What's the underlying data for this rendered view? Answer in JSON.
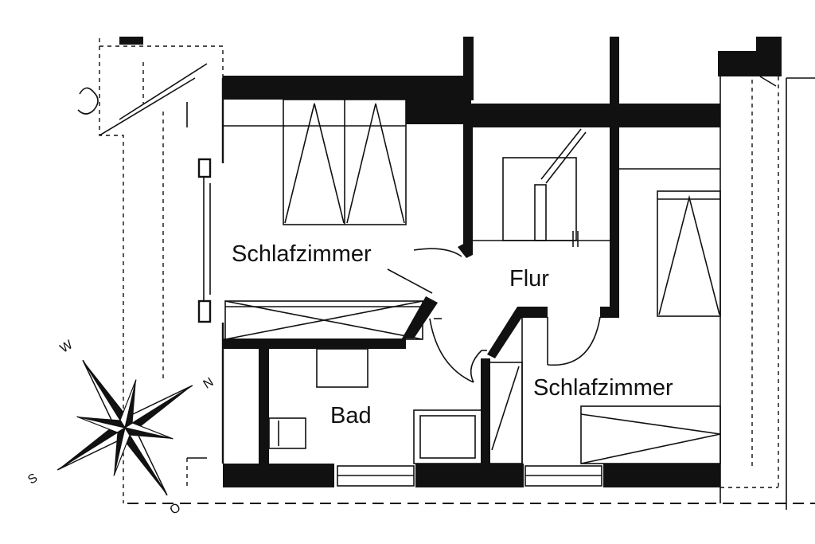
{
  "rooms": {
    "bedroom_left": "Schlafzimmer",
    "hall": "Flur",
    "bathroom": "Bad",
    "bedroom_right": "Schlafzimmer"
  },
  "compass": {
    "north": "N",
    "west": "W",
    "south": "S",
    "east": "O"
  }
}
